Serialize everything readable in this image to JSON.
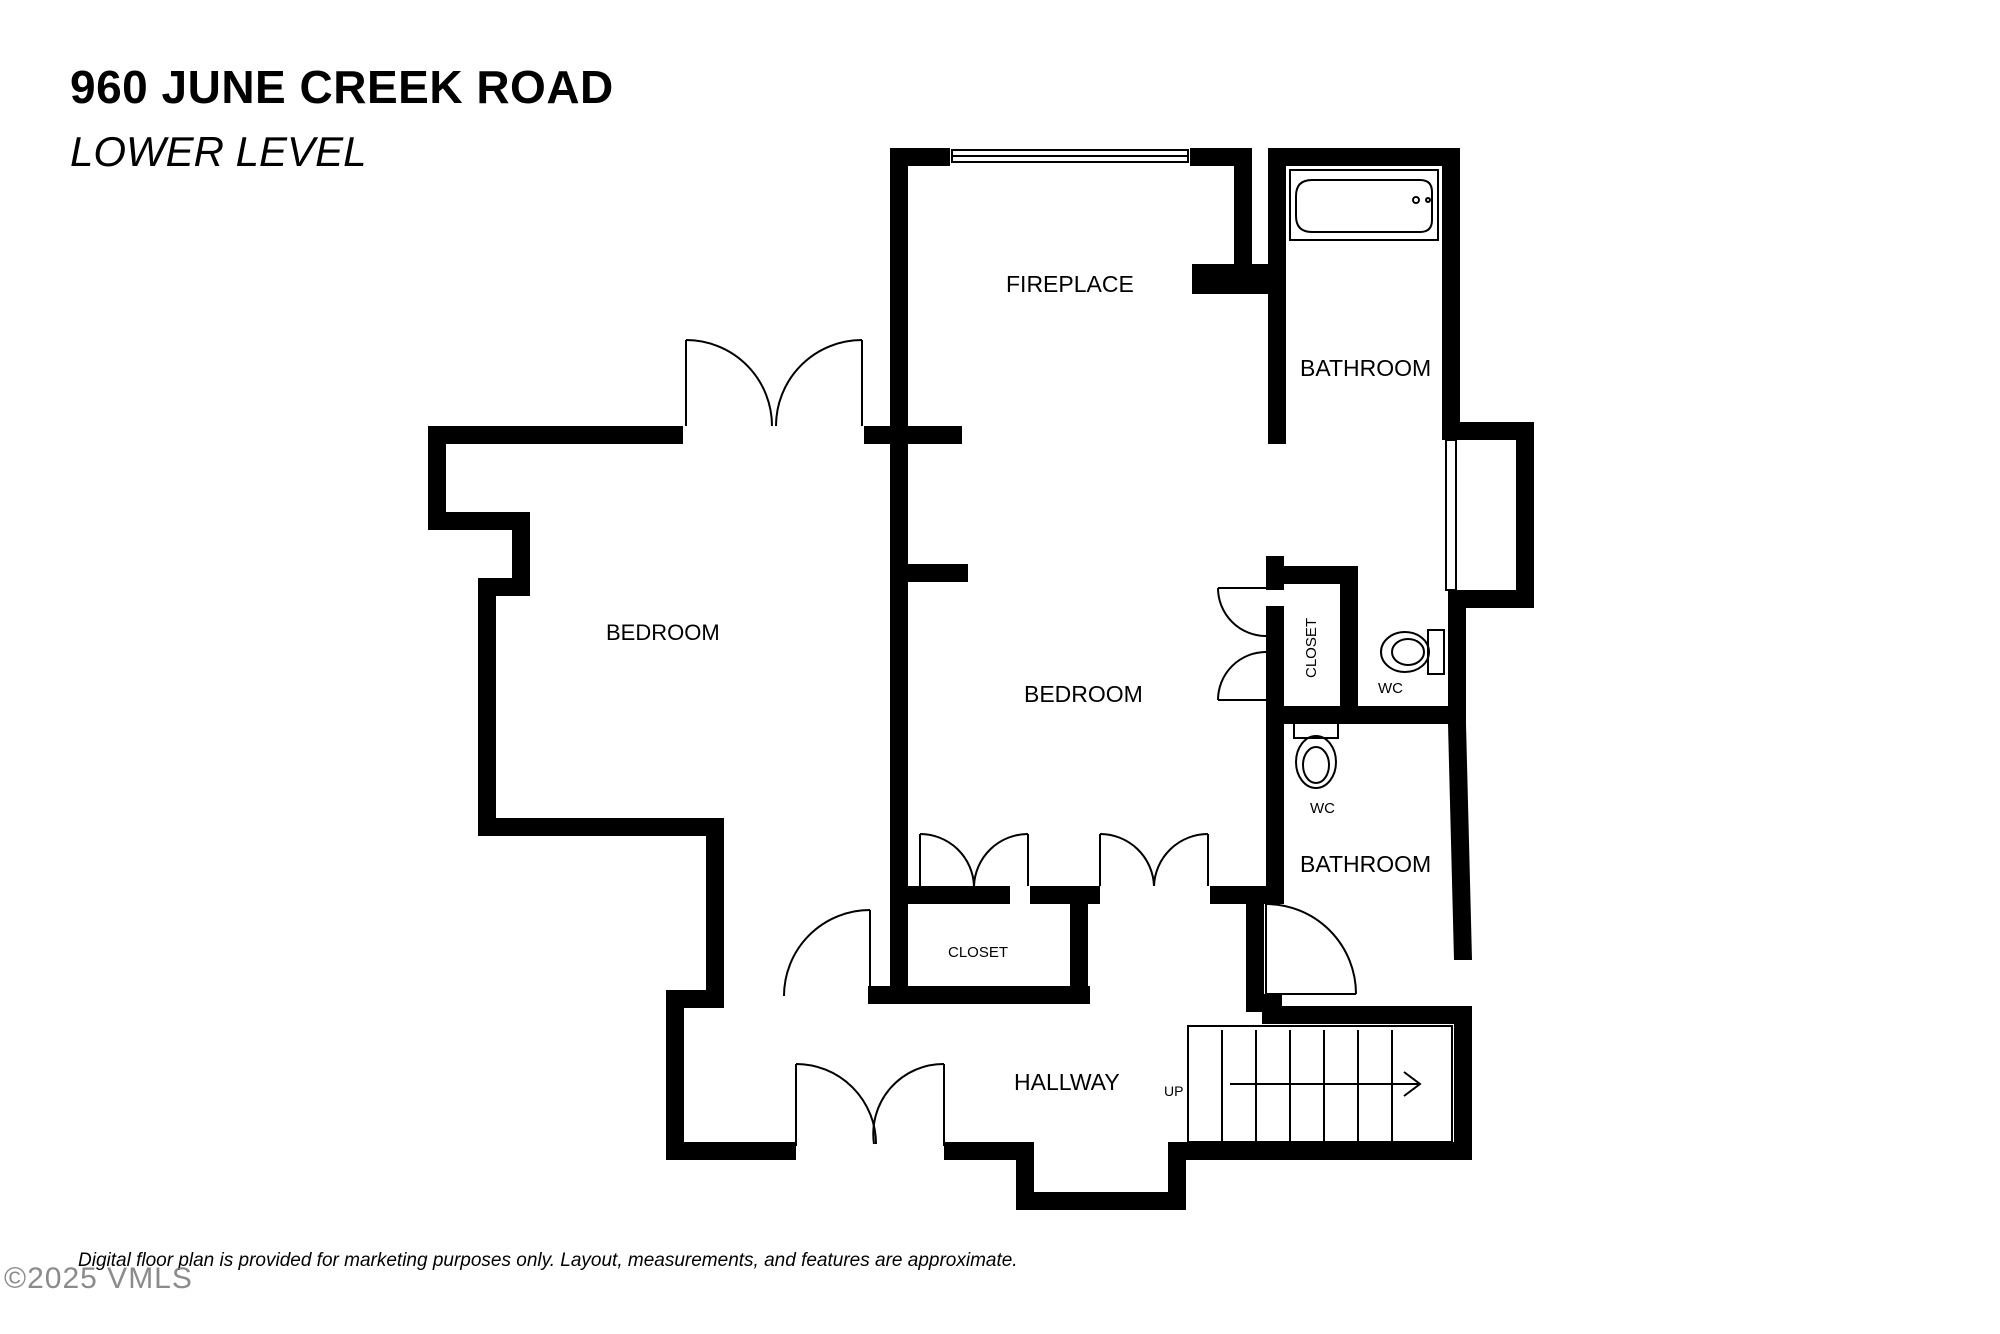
{
  "header": {
    "title": "960 JUNE CREEK ROAD",
    "subtitle": "LOWER LEVEL"
  },
  "rooms": {
    "fireplace": "FIREPLACE",
    "bathroom_upper": "BATHROOM",
    "bedroom_left": "BEDROOM",
    "bedroom_center": "BEDROOM",
    "closet_right": "CLOSET",
    "wc_upper": "WC",
    "wc_lower": "WC",
    "bathroom_lower": "BATHROOM",
    "closet_bottom": "CLOSET",
    "hallway": "HALLWAY",
    "stairs_up": "UP"
  },
  "footer": {
    "disclaimer": "Digital floor plan is provided for marketing purposes only. Layout, measurements, and features are approximate.",
    "watermark": "©2025 VMLS"
  }
}
